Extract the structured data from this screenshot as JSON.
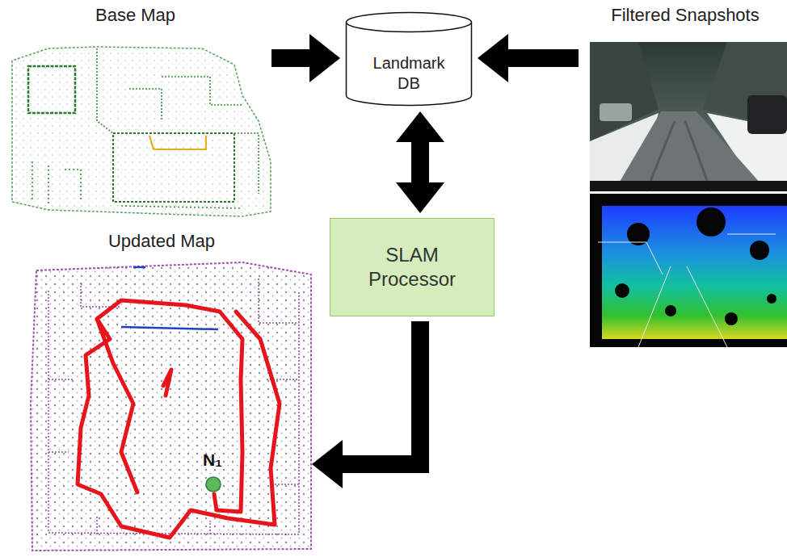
{
  "diagram": {
    "nodes": [
      {
        "text": [
          "Base Map"
        ]
      },
      {
        "text": [
          "Landmark DB"
        ]
      },
      {
        "text": [
          "Filtered Snapshots"
        ]
      },
      {
        "text": [
          "SLAM Processor"
        ]
      },
      {
        "text": [
          "Updated Map"
        ]
      }
    ],
    "edges": [
      {
        "from": 0,
        "to": 1,
        "arrow": "to"
      },
      {
        "from": 2,
        "to": 1,
        "arrow": "to"
      },
      {
        "from": 1,
        "to": 3,
        "arrow": "both"
      },
      {
        "from": 3,
        "to": 4,
        "arrow": "to"
      }
    ],
    "labels": [
      "N₁"
    ]
  }
}
